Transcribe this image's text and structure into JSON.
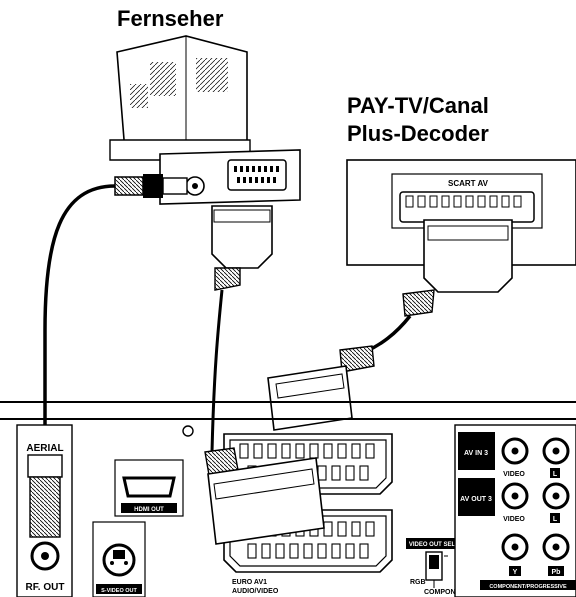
{
  "tv": {
    "title": "Fernseher"
  },
  "decoder": {
    "title_line1": "PAY-TV/Canal",
    "title_line2": "Plus-Decoder",
    "scart_label": "SCART AV"
  },
  "rear_panel": {
    "aerial_label": "AERIAL",
    "rf_out_label": "RF. OUT",
    "hdmi_out_label": "HDMI OUT",
    "svideo_out_label": "S-VIDEO OUT",
    "euro_av1_line1": "EURO AV1",
    "euro_av1_line2": "AUDIO/VIDEO",
    "video_out_select_label": "VIDEO OUT SELECT",
    "rgb_label": "RGB",
    "component_label": "COMPONENT",
    "av_in3_label": "AV IN 3",
    "av_out3_label": "AV OUT 3",
    "video_label_1": "VIDEO",
    "video_label_2": "VIDEO",
    "l_label_1": "L",
    "l_label_2": "L",
    "y_label": "Y",
    "pb_label": "Pb",
    "component_progressive_label": "COMPONENT/PROGRESSIVE"
  }
}
